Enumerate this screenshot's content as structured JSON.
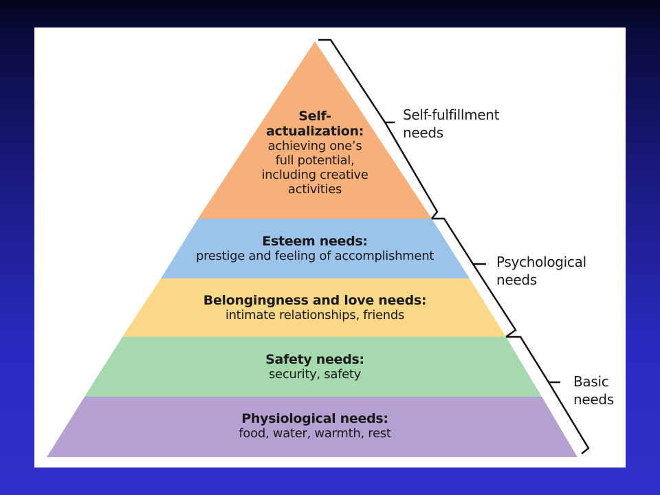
{
  "colors": {
    "background_top": "#03031a",
    "background_bottom": "#3030cc",
    "self_actualization": "#f7b07a",
    "esteem": "#9cc3ea",
    "belonging": "#fbd888",
    "safety": "#a6d9ae",
    "physiological": "#b5a0d2"
  },
  "pyramid": {
    "levels": [
      {
        "title": "Self-",
        "title2": "actualization:",
        "desc": [
          "achieving one’s",
          "full potential,",
          "including creative",
          "activities"
        ]
      },
      {
        "title": "Esteem needs:",
        "desc": [
          "prestige and feeling of accomplishment"
        ]
      },
      {
        "title": "Belongingness and love needs:",
        "desc": [
          "intimate relationships, friends"
        ]
      },
      {
        "title": "Safety needs:",
        "desc": [
          "security, safety"
        ]
      },
      {
        "title": "Physiological needs:",
        "desc": [
          "food, water, warmth, rest"
        ]
      }
    ]
  },
  "groups": [
    {
      "line1": "Self-fulfillment",
      "line2": "needs"
    },
    {
      "line1": "Psychological",
      "line2": "needs"
    },
    {
      "line1": "Basic",
      "line2": "needs"
    }
  ]
}
